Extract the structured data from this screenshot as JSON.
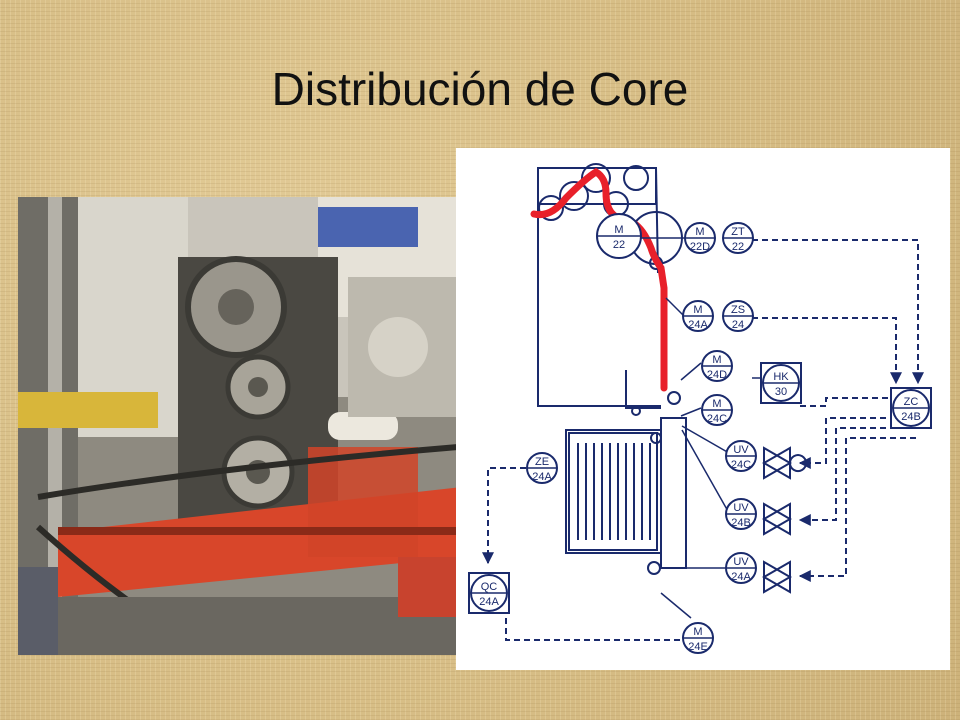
{
  "slide": {
    "title": "Distribución de Core"
  },
  "photo": {
    "icon": "machine-photo-icon"
  },
  "diagram": {
    "instruments": [
      {
        "id": "m22",
        "top": "M",
        "bottom": "22"
      },
      {
        "id": "m22d",
        "top": "M",
        "bottom": "22D"
      },
      {
        "id": "zt22",
        "top": "ZT",
        "bottom": "22"
      },
      {
        "id": "m24a",
        "top": "M",
        "bottom": "24A"
      },
      {
        "id": "zs24",
        "top": "ZS",
        "bottom": "24"
      },
      {
        "id": "m24d",
        "top": "M",
        "bottom": "24D"
      },
      {
        "id": "hk30",
        "top": "HK",
        "bottom": "30"
      },
      {
        "id": "m24c",
        "top": "M",
        "bottom": "24C"
      },
      {
        "id": "zc24b",
        "top": "ZC",
        "bottom": "24B"
      },
      {
        "id": "uv24c",
        "top": "UV",
        "bottom": "24C"
      },
      {
        "id": "uv24b",
        "top": "UV",
        "bottom": "24B"
      },
      {
        "id": "uv24a",
        "top": "UV",
        "bottom": "24A"
      },
      {
        "id": "ze24a",
        "top": "ZE",
        "bottom": "24A"
      },
      {
        "id": "qc24a",
        "top": "QC",
        "bottom": "24A"
      },
      {
        "id": "m24e",
        "top": "M",
        "bottom": "24E"
      }
    ],
    "colors": {
      "line": "#1a2a6c",
      "web": "#e8202a",
      "bg": "#ffffff"
    }
  }
}
